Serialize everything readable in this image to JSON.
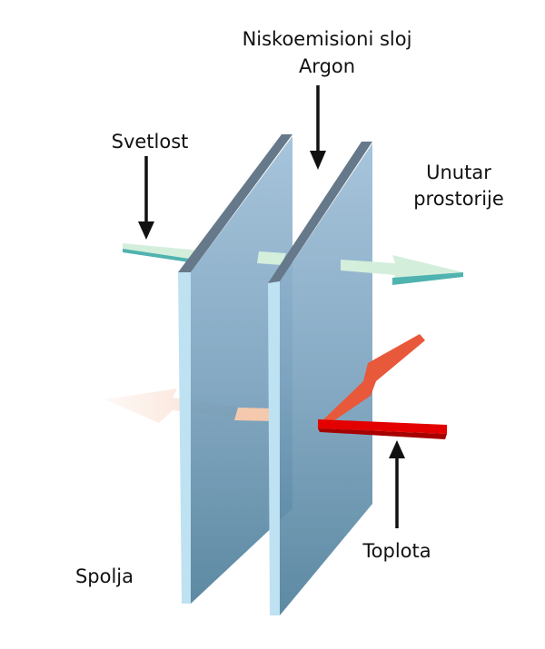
{
  "labels": {
    "low_e": "Niskoemisioni sloj",
    "argon": "Argon",
    "light": "Svetlost",
    "inside_line1": "Unutar",
    "inside_line2": "prostorije",
    "heat": "Toplota",
    "outside": "Spolja"
  },
  "colors": {
    "glass_edge": "#bfe2f2",
    "glass_top": "#66798a",
    "light_band": "#d4eedc",
    "light_band_edge": "#4fb3b0",
    "heat_bar": "#e40000",
    "heat_reflect": "#e8583a"
  }
}
